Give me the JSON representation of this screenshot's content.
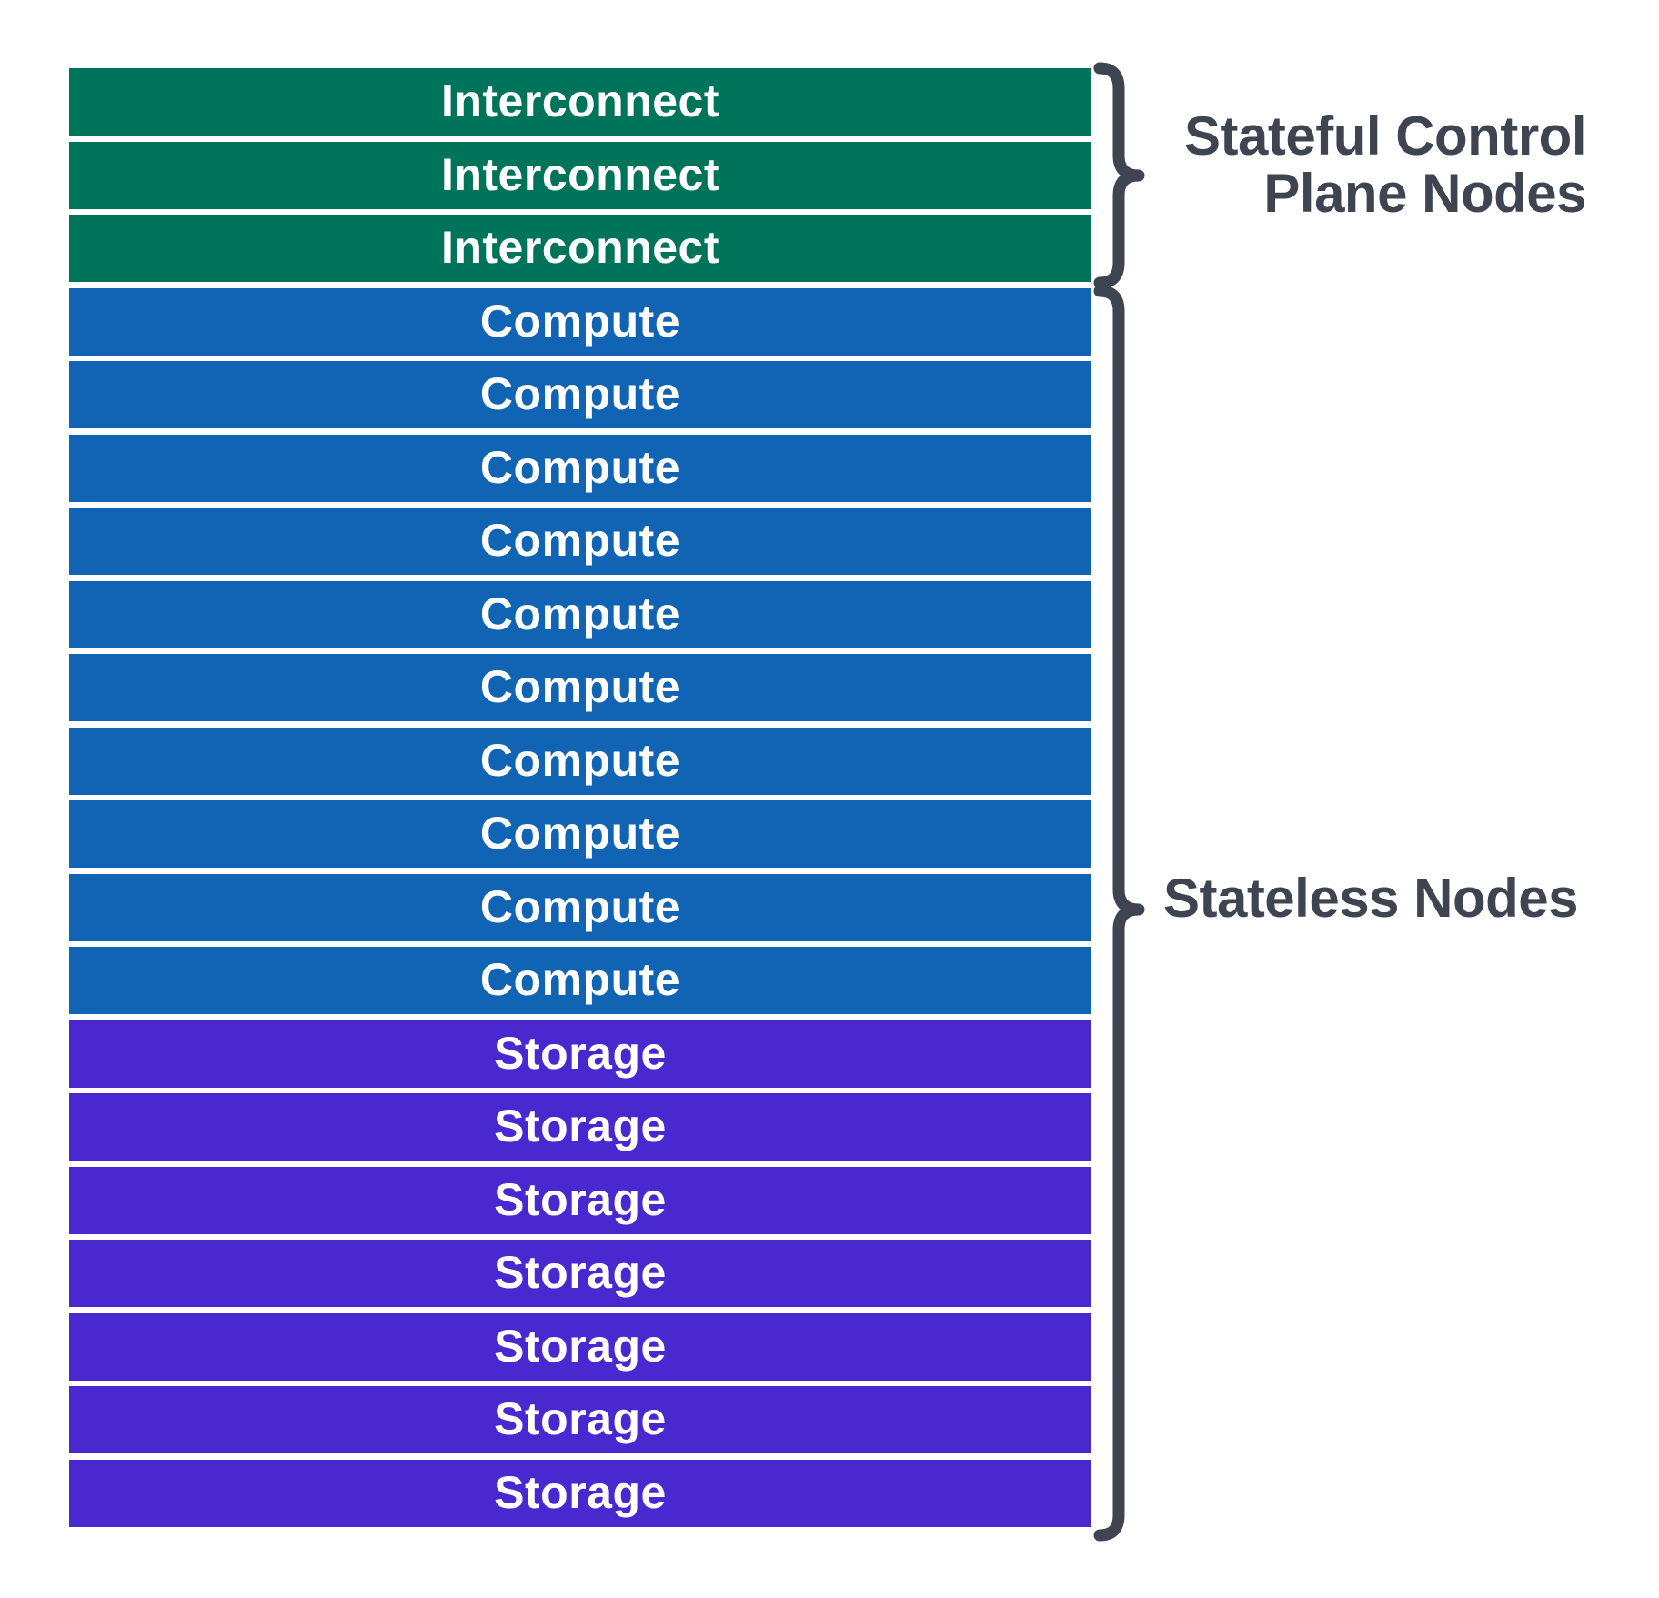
{
  "colors": {
    "background": "#FFFFFF",
    "interconnect": "#00745A",
    "compute": "#1164B3",
    "storage": "#4A28D0",
    "bar_text": "#FFFFFF",
    "label_text": "#3E4450",
    "brace": "#3E4450"
  },
  "stack": {
    "segments": [
      {
        "type": "interconnect",
        "label": "Interconnect",
        "count": 3,
        "color_key": "interconnect"
      },
      {
        "type": "compute",
        "label": "Compute",
        "count": 10,
        "color_key": "compute"
      },
      {
        "type": "storage",
        "label": "Storage",
        "count": 7,
        "color_key": "storage"
      }
    ]
  },
  "annotations": {
    "stateful": {
      "lines": [
        "Stateful Control",
        "Plane Nodes"
      ]
    },
    "stateless": {
      "lines": [
        "Stateless Nodes"
      ]
    }
  }
}
